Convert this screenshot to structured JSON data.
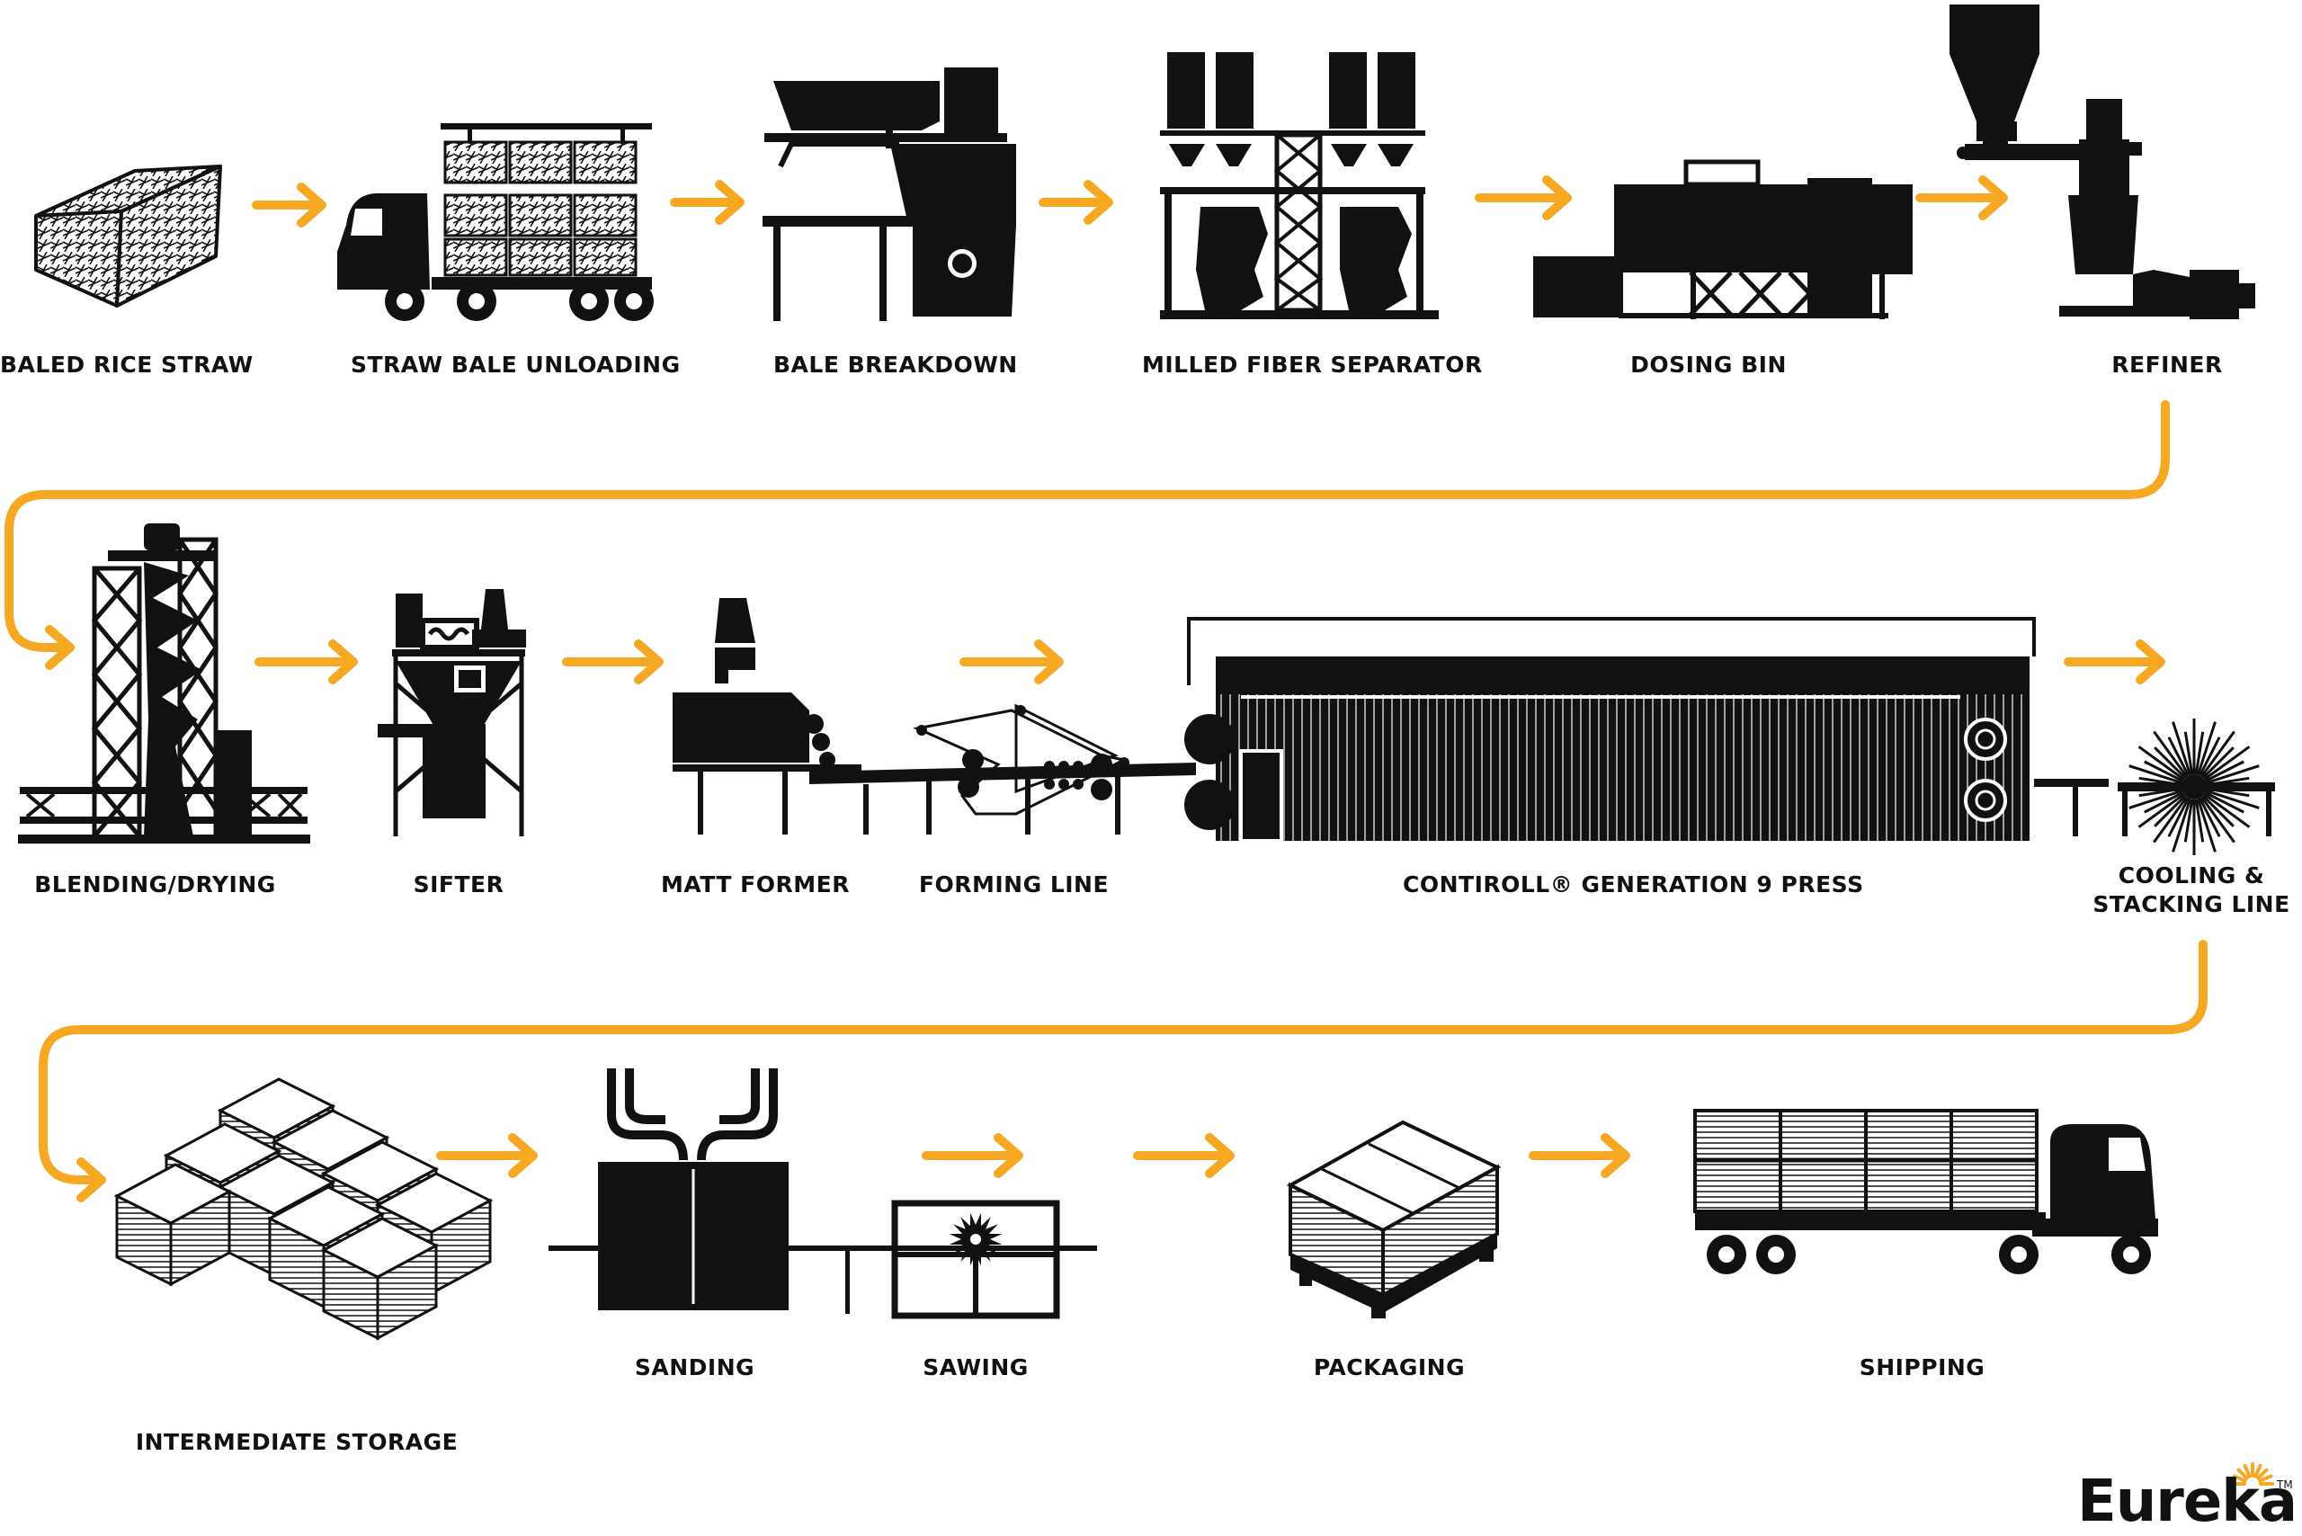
{
  "colors": {
    "accent": "#F7A823",
    "ink": "#111111",
    "background": "#FFFFFF"
  },
  "steps": [
    {
      "label": "BALED RICE STRAW"
    },
    {
      "label": "STRAW BALE UNLOADING"
    },
    {
      "label": "BALE BREAKDOWN"
    },
    {
      "label": "MILLED FIBER SEPARATOR"
    },
    {
      "label": "DOSING BIN"
    },
    {
      "label": "REFINER"
    },
    {
      "label": "BLENDING/DRYING"
    },
    {
      "label": "SIFTER"
    },
    {
      "label": "MATT FORMER"
    },
    {
      "label": "FORMING LINE"
    },
    {
      "label": "CONTIROLL® GENERATION 9 PRESS"
    },
    {
      "label": "COOLING & STACKING LINE"
    },
    {
      "label": "INTERMEDIATE STORAGE"
    },
    {
      "label": "SANDING"
    },
    {
      "label": "SAWING"
    },
    {
      "label": "PACKAGING"
    },
    {
      "label": "SHIPPING"
    }
  ],
  "logo": {
    "text": "Eureka",
    "tm": "TM"
  }
}
